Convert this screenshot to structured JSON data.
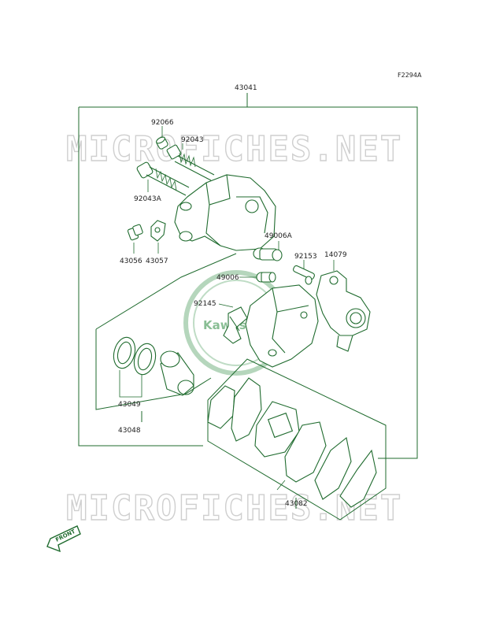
{
  "figure_code": "F2294A",
  "watermark": "MICROFICHES.NET",
  "brand_logo": "Kawasaki",
  "front_arrow": "FRONT",
  "parts": {
    "p43041": "43041",
    "p92066": "92066",
    "p92043": "92043",
    "p92043A": "92043A",
    "p43056": "43056",
    "p43057": "43057",
    "p49006A": "49006A",
    "p92153": "92153",
    "p14079": "14079",
    "p49006": "49006",
    "p92145": "92145",
    "p43049": "43049",
    "p43048": "43048",
    "p43082": "43082"
  },
  "colors": {
    "line": "#1f6b2e",
    "watermark": "#cfcfcf",
    "logo": "#2a8a3e"
  }
}
